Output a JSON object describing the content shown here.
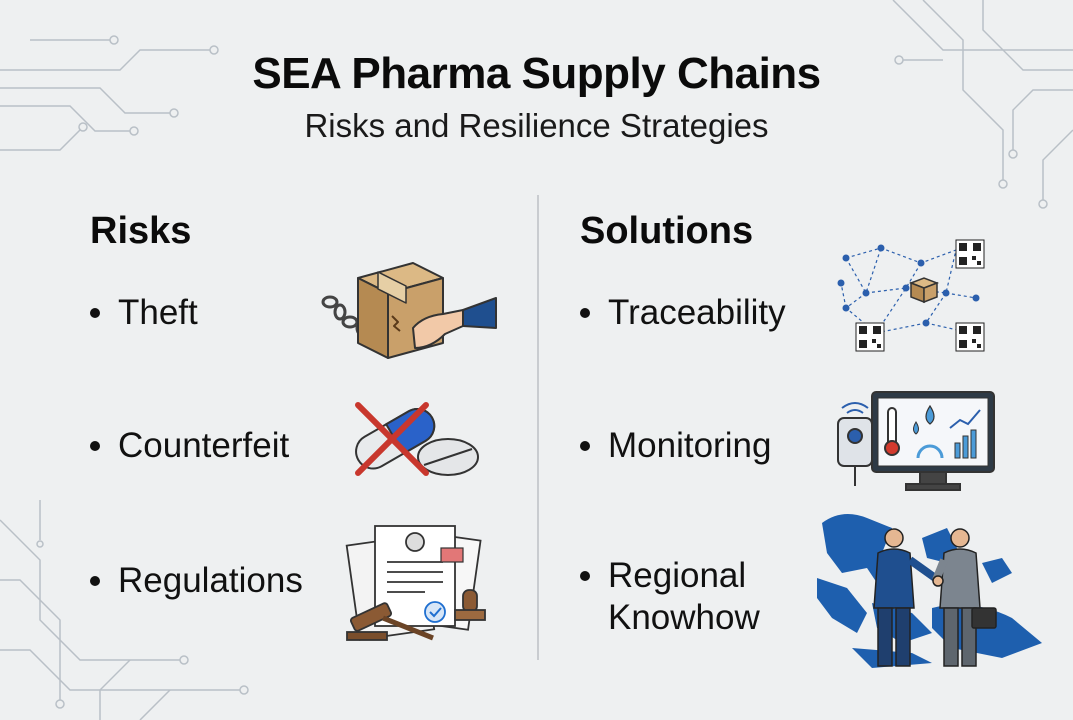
{
  "header": {
    "title": "SEA Pharma Supply Chains",
    "subtitle": "Risks and Resilience Strategies"
  },
  "risks": {
    "heading": "Risks",
    "items": [
      {
        "label": "Theft",
        "icon": "box-chain-theft-icon"
      },
      {
        "label": "Counterfeit",
        "icon": "crossed-pill-icon"
      },
      {
        "label": "Regulations",
        "icon": "documents-gavel-stamp-icon"
      }
    ]
  },
  "solutions": {
    "heading": "Solutions",
    "items": [
      {
        "label": "Traceability",
        "icon": "network-qr-codes-icon"
      },
      {
        "label": "Monitoring",
        "icon": "sensor-dashboard-icon"
      },
      {
        "label": "Regional\nKnowhow",
        "icon": "handshake-sea-map-icon"
      }
    ]
  },
  "colors": {
    "background": "#eef0f1",
    "accent_blue": "#1f4f8f",
    "map_blue": "#1e5fae",
    "red_cross": "#c8372d",
    "cardboard": "#c9a06a"
  }
}
